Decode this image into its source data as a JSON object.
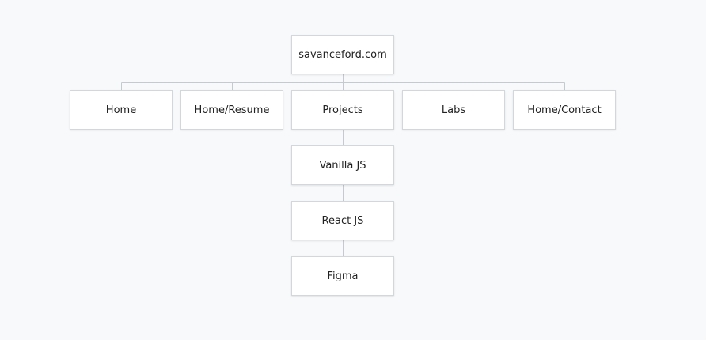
{
  "sitemap": {
    "root": "savanceford.com",
    "pages": [
      "Home",
      "Home/Resume",
      "Projects",
      "Labs",
      "Home/Contact"
    ],
    "projects_children": [
      "Vanilla JS",
      "React JS",
      "Figma"
    ]
  },
  "colors": {
    "background": "#f8f9fb",
    "node_fill": "#ffffff",
    "node_border": "#d3d6db",
    "connector": "#c6c9cf",
    "text": "#222222"
  }
}
